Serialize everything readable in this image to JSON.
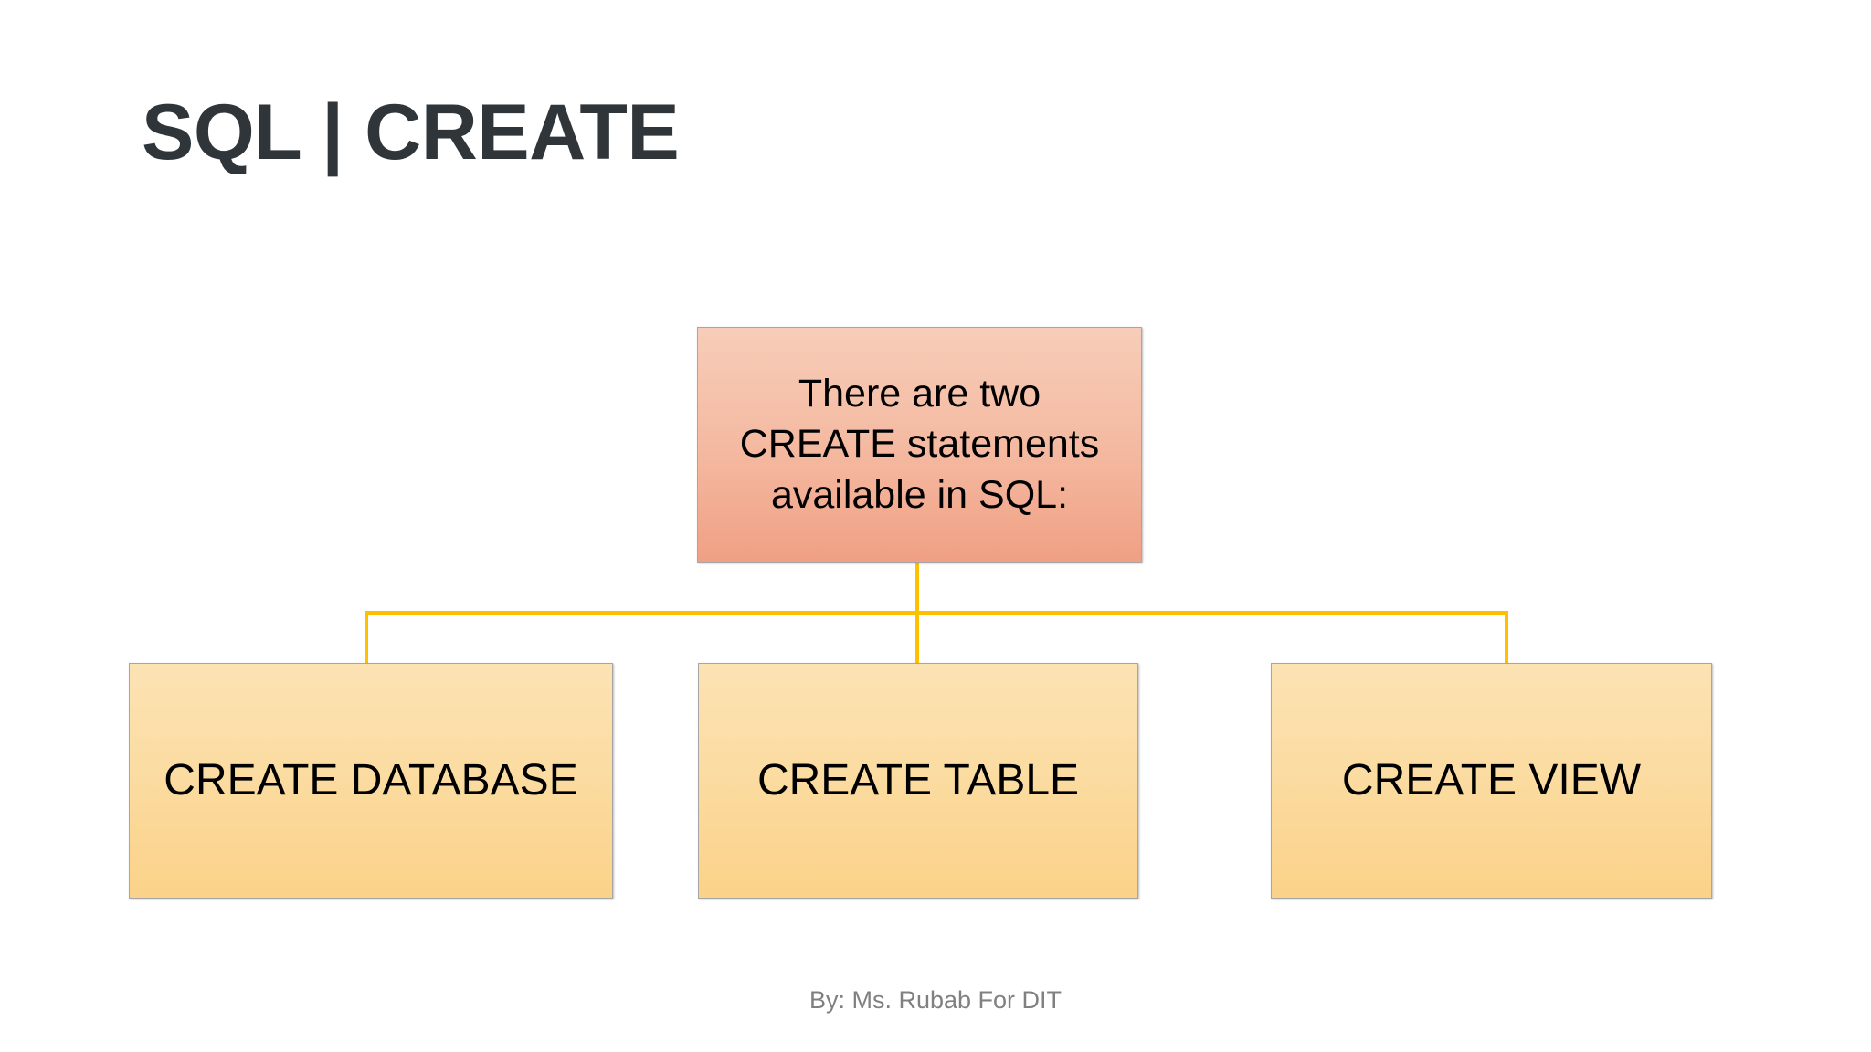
{
  "slide": {
    "title": "SQL | CREATE",
    "background_color": "#FFFFFF",
    "title_color": "#2F3539",
    "footer": "By: Ms. Rubab For DIT",
    "footer_color": "#808080"
  },
  "diagram": {
    "type": "hierarchy",
    "connector_color": "#FFC000",
    "root": {
      "id": "root-create-statements",
      "text": "There are two\nCREATE statements\navailable in SQL:",
      "fill_top": "#F7CDB9",
      "fill_bottom": "#F0A084",
      "border_color": "#A6A6A6"
    },
    "children": [
      {
        "id": "node-create-database",
        "label": "CREATE DATABASE",
        "fill_top": "#FCE3B4",
        "fill_bottom": "#FBD289",
        "border_color": "#A6A6A6"
      },
      {
        "id": "node-create-table",
        "label": "CREATE TABLE",
        "fill_top": "#FCE3B4",
        "fill_bottom": "#FBD289",
        "border_color": "#A6A6A6"
      },
      {
        "id": "node-create-view",
        "label": "CREATE VIEW",
        "fill_top": "#FCE3B4",
        "fill_bottom": "#FBD289",
        "border_color": "#A6A6A6"
      }
    ]
  }
}
